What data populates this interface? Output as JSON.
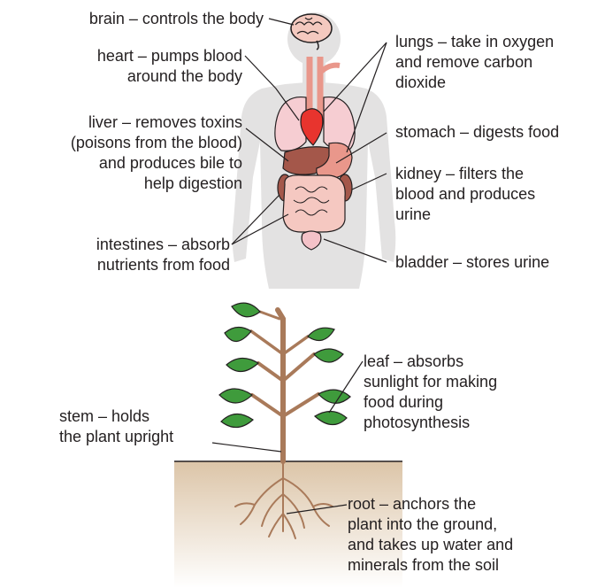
{
  "human": {
    "brain": [
      "brain – controls the body"
    ],
    "heart": [
      "heart – pumps blood",
      "around the body"
    ],
    "liver": [
      "liver – removes toxins",
      "(poisons from the blood)",
      "and produces bile to",
      "help digestion"
    ],
    "intestines": [
      "intestines – absorb",
      "nutrients from food"
    ],
    "lungs": [
      "lungs – take in oxygen",
      "and remove carbon",
      "dioxide"
    ],
    "stomach": [
      "stomach – digests food"
    ],
    "kidney": [
      "kidney – filters the",
      "blood and produces",
      "urine"
    ],
    "bladder": [
      "bladder – stores urine"
    ]
  },
  "plant": {
    "leaf": [
      "leaf – absorbs",
      "sunlight for making",
      "food during",
      "photosynthesis"
    ],
    "stem": [
      "stem – holds",
      "the plant upright"
    ],
    "root": [
      "root – anchors the",
      "plant into the ground,",
      "and takes up water and",
      "minerals from the soil"
    ]
  },
  "colors": {
    "silhouette": "#e3e2e2",
    "lung": "#f6cdd2",
    "heart": "#e8342e",
    "liver": "#a4574a",
    "stomach": "#e9978b",
    "intestine": "#f5c8c1",
    "leaf": "#3f9b3c",
    "stem": "#a97a5a",
    "soil": "#efe2d4",
    "line": "#231f20"
  }
}
